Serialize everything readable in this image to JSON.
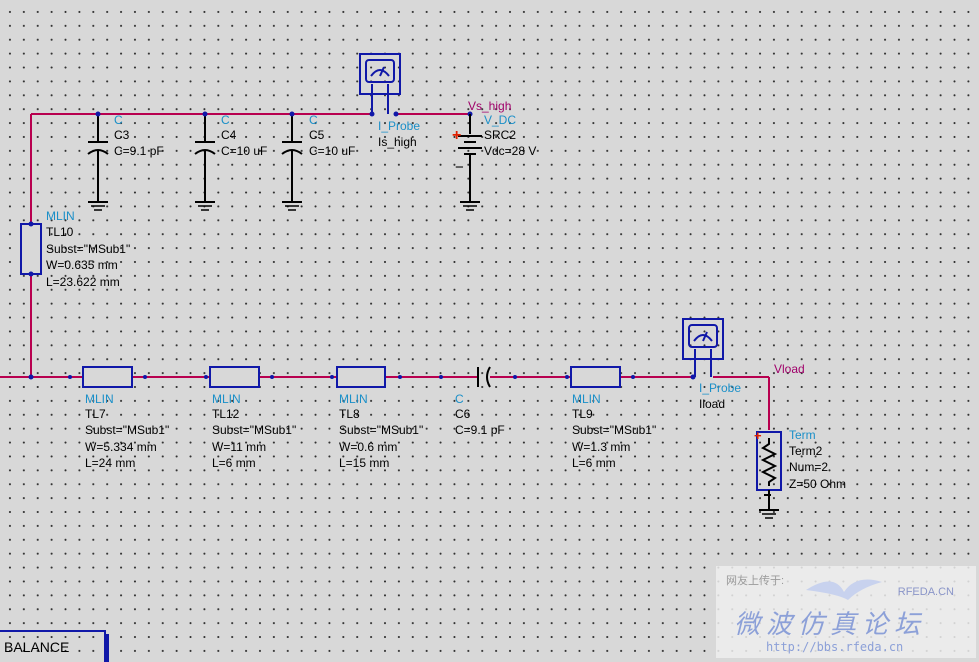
{
  "nodes": {
    "top": "Vs_high",
    "load": "Vload"
  },
  "components": [
    {
      "id": "c3",
      "type": "C",
      "name": "C3",
      "params": [
        "C=9.1 pF"
      ]
    },
    {
      "id": "c4",
      "type": "C",
      "name": "C4",
      "params": [
        "C=10 uF"
      ]
    },
    {
      "id": "c5",
      "type": "C",
      "name": "C5",
      "params": [
        "C=10 uF"
      ]
    },
    {
      "id": "iprobe1",
      "type": "I_Probe",
      "name": "Is_high",
      "params": []
    },
    {
      "id": "src2",
      "type": "V_DC",
      "name": "SRC2",
      "params": [
        "Vdc=28 V"
      ]
    },
    {
      "id": "tl10",
      "type": "MLIN",
      "name": "TL10",
      "params": [
        "Subst=\"MSub1\"",
        "W=0.635 mm",
        "L=23.622 mm"
      ]
    },
    {
      "id": "tl7",
      "type": "MLIN",
      "name": "TL7",
      "params": [
        "Subst=\"MSub1\"",
        "W=5.334 mm",
        "L=24 mm"
      ]
    },
    {
      "id": "tl12",
      "type": "MLIN",
      "name": "TL12",
      "params": [
        "Subst=\"MSub1\"",
        "W=11 mm",
        "L=6 mm"
      ]
    },
    {
      "id": "tl8",
      "type": "MLIN",
      "name": "TL8",
      "params": [
        "Subst=\"MSub1\"",
        "W=0.6 mm",
        "L=15 mm"
      ]
    },
    {
      "id": "c6",
      "type": "C",
      "name": "C6",
      "params": [
        "C=9.1 pF"
      ]
    },
    {
      "id": "tl9",
      "type": "MLIN",
      "name": "TL9",
      "params": [
        "Subst=\"MSub1\"",
        "W=1.3 mm",
        "L=6 mm"
      ]
    },
    {
      "id": "iprobe2",
      "type": "I_Probe",
      "name": "Iload",
      "params": []
    },
    {
      "id": "term2",
      "type": "Term",
      "name": "Term2",
      "params": [
        "Num=2",
        "Z=50 Ohm"
      ]
    }
  ],
  "polarity": {
    "plus": "+",
    "minus": "−"
  },
  "icons": [
    "ammeter-icon",
    "ground-icon",
    "capacitor-icon",
    "resistor-icon",
    "dc-source-icon",
    "bird-logo-icon"
  ],
  "colors": {
    "wire": "#b8004f",
    "symbol": "#1018a8",
    "type_label": "#1a8fc8",
    "node_label": "#a0006a"
  },
  "watermark": {
    "small": "网友上传于:",
    "site": "RFEDA.CN",
    "title": "微波仿真论坛",
    "url": "http://bbs.rfeda.cn"
  },
  "tab": {
    "label": "BALANCE"
  }
}
